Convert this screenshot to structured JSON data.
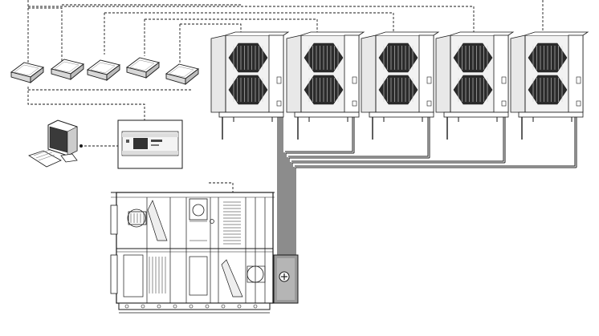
{
  "diagram": {
    "kind": "hvac-system-schematic",
    "components": {
      "outdoor_units": [
        {
          "id": "outdoor-unit-1",
          "icon": "condenser-unit-icon"
        },
        {
          "id": "outdoor-unit-2",
          "icon": "condenser-unit-icon"
        },
        {
          "id": "outdoor-unit-3",
          "icon": "condenser-unit-icon"
        },
        {
          "id": "outdoor-unit-4",
          "icon": "condenser-unit-icon"
        },
        {
          "id": "outdoor-unit-5",
          "icon": "condenser-unit-icon"
        }
      ],
      "wall_controllers": [
        {
          "id": "wall-controller-1",
          "icon": "controller-icon"
        },
        {
          "id": "wall-controller-2",
          "icon": "controller-icon"
        },
        {
          "id": "wall-controller-3",
          "icon": "controller-icon"
        },
        {
          "id": "wall-controller-4",
          "icon": "controller-icon"
        },
        {
          "id": "wall-controller-5",
          "icon": "controller-icon"
        }
      ],
      "computer": {
        "icon": "desktop-computer-icon"
      },
      "plc_box": {
        "icon": "plc-controller-icon"
      },
      "air_handling_unit": {
        "icon": "air-handling-unit-icon"
      },
      "junction_box": {
        "icon": "junction-box-icon"
      }
    },
    "connections": {
      "control_wiring": "dashed",
      "refrigerant_lines": "solid-thick",
      "unit_count": 5
    },
    "colors": {
      "line": "#1a1a1a",
      "panel_fill": "#f2f2f2",
      "grille_fill": "#2b2b2b",
      "junction_fill": "#9a9a9a",
      "screen_fill": "#3a3a3a"
    }
  }
}
